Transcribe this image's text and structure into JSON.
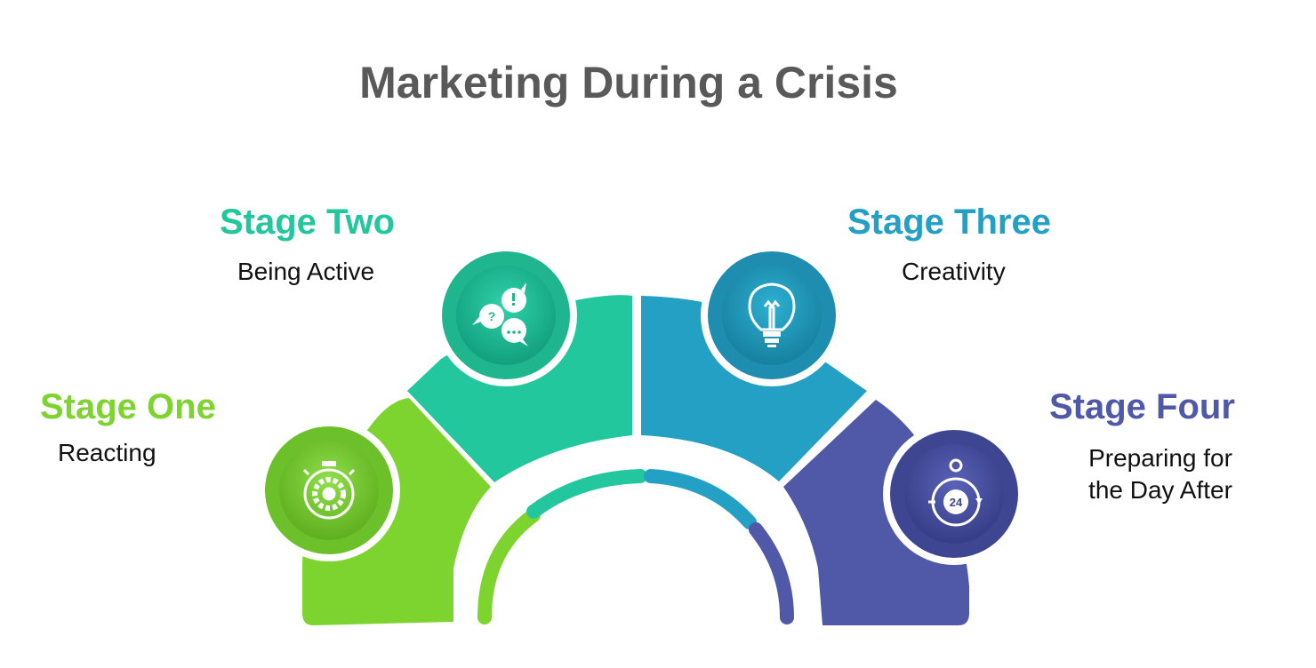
{
  "title": "Marketing During a Crisis",
  "stages": [
    {
      "heading": "Stage One",
      "description": "Reacting",
      "color": "#7ed42f",
      "icon": "stopwatch-gear-icon"
    },
    {
      "heading": "Stage Two",
      "description": "Being Active",
      "color": "#22c79d",
      "icon": "speech-bubbles-icon"
    },
    {
      "heading": "Stage Three",
      "description": "Creativity",
      "color": "#23a0c3",
      "icon": "lightbulb-icon"
    },
    {
      "heading": "Stage Four",
      "description": "Preparing for the Day After",
      "color": "#5058a8",
      "icon": "clock-24-icon"
    }
  ],
  "icon_center_text": "24"
}
